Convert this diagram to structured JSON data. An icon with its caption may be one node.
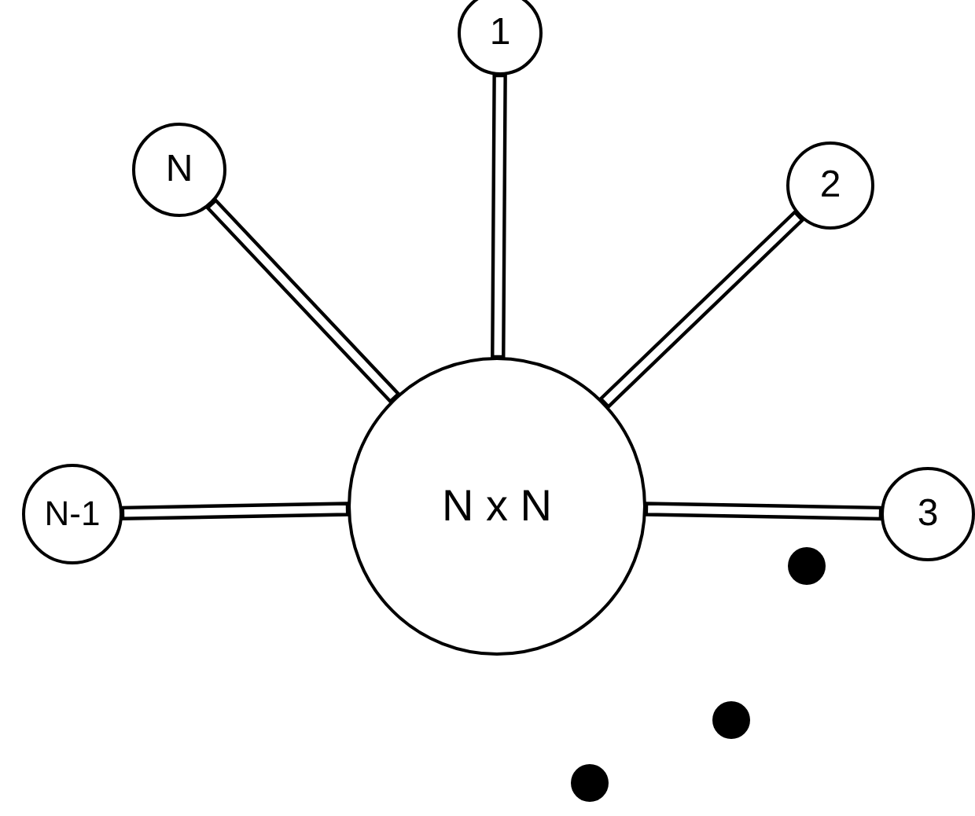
{
  "diagram": {
    "nodes": [
      {
        "text": [
          "1"
        ]
      },
      {
        "text": [
          "N"
        ]
      },
      {
        "text": [
          "2"
        ]
      },
      {
        "text": [
          "N x N"
        ]
      },
      {
        "text": [
          "N-1"
        ]
      },
      {
        "text": [
          "3"
        ]
      }
    ],
    "edges": [
      {
        "from": 3,
        "to": 0,
        "arrow": "none"
      },
      {
        "from": 3,
        "to": 1,
        "arrow": "none"
      },
      {
        "from": 3,
        "to": 2,
        "arrow": "none"
      },
      {
        "from": 3,
        "to": 4,
        "arrow": "none"
      },
      {
        "from": 3,
        "to": 5,
        "arrow": "none"
      }
    ]
  }
}
